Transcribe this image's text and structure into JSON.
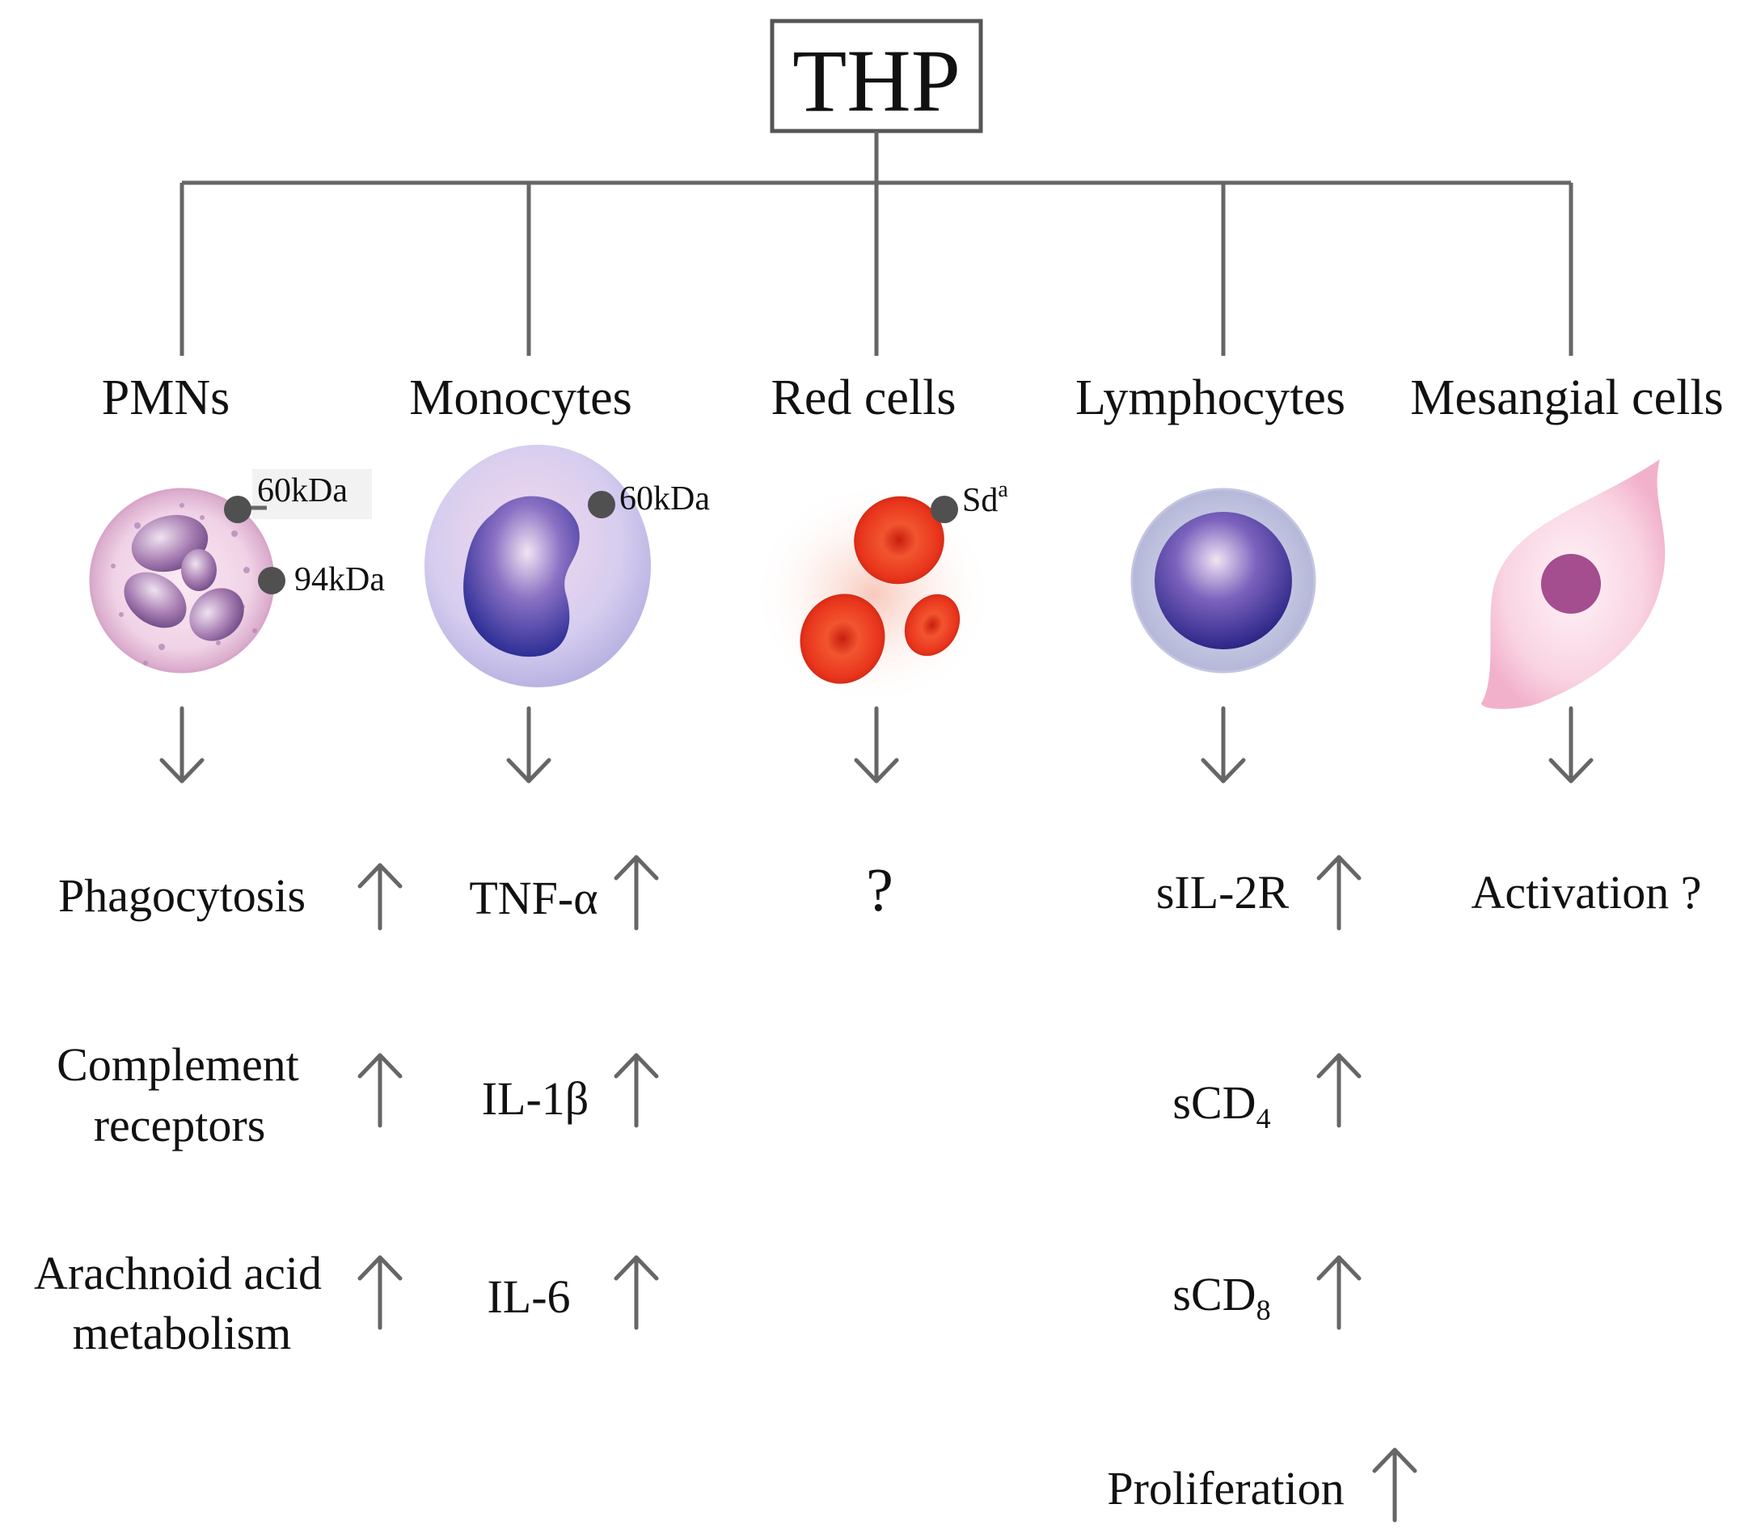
{
  "root": {
    "label": "THP"
  },
  "columns": [
    {
      "name": "PMNs",
      "binding_labels": [
        "60kDa",
        "94kDa"
      ],
      "effects": [
        {
          "lines": [
            "Phagocytosis"
          ],
          "direction": "up"
        },
        {
          "lines": [
            "Complement",
            "receptors"
          ],
          "direction": "up"
        },
        {
          "lines": [
            "Arachnoid acid",
            "metabolism"
          ],
          "direction": "up"
        }
      ]
    },
    {
      "name": "Monocytes",
      "binding_labels": [
        "60kDa"
      ],
      "effects": [
        {
          "lines": [
            "TNF-α"
          ],
          "direction": "up"
        },
        {
          "lines": [
            "IL-1β"
          ],
          "direction": "up"
        },
        {
          "lines": [
            "IL-6"
          ],
          "direction": "up"
        }
      ]
    },
    {
      "name": "Red cells",
      "binding_labels": [
        "Sda"
      ],
      "effects": [
        {
          "lines": [
            "?"
          ],
          "direction": ""
        }
      ]
    },
    {
      "name": "Lymphocytes",
      "binding_labels": [],
      "effects": [
        {
          "lines": [
            "sIL-2R"
          ],
          "direction": "up"
        },
        {
          "lines": [
            "sCD4"
          ],
          "direction": "up"
        },
        {
          "lines": [
            "sCD8"
          ],
          "direction": "up"
        },
        {
          "lines": [
            "Proliferation"
          ],
          "direction": "up"
        }
      ]
    },
    {
      "name": "Mesangial cells",
      "binding_labels": [],
      "effects": [
        {
          "lines": [
            "Activation ?"
          ],
          "direction": ""
        }
      ]
    }
  ],
  "colors": {
    "connector": "#666666",
    "pmn_cell": "#e8c4e0",
    "monocyte_cell": "#c9c6ea",
    "red_cell": "#e8341c",
    "lymphocyte_nucleus": "#3a2f9a",
    "mesangial_cell": "#f7c6d9"
  }
}
